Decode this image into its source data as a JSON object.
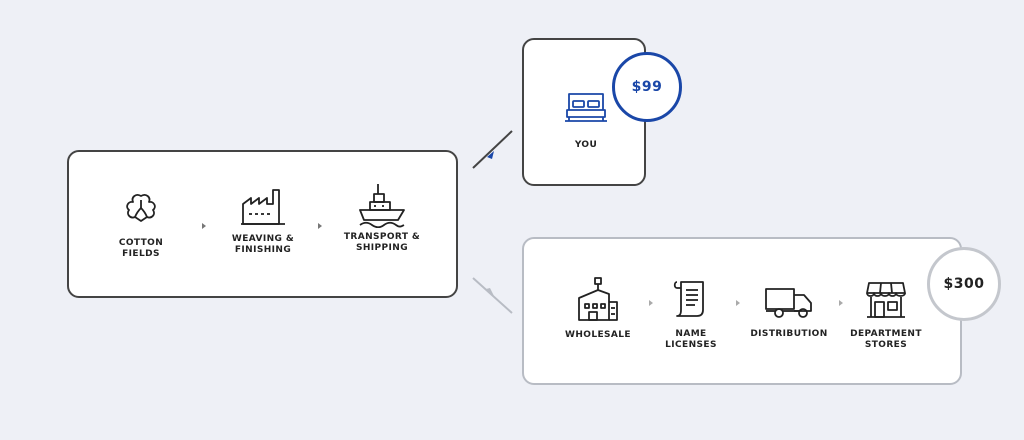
{
  "source": {
    "steps": [
      {
        "label": "COTTON\nFIELDS",
        "icon": "cotton-icon"
      },
      {
        "label": "WEAVING &\nFINISHING",
        "icon": "factory-icon"
      },
      {
        "label": "TRANSPORT &\nSHIPPING",
        "icon": "ship-icon"
      }
    ]
  },
  "direct": {
    "label": "YOU",
    "icon": "bed-icon",
    "price": "$99",
    "accent_color": "#1a47a8"
  },
  "retail": {
    "steps": [
      {
        "label": "WHOLESALE",
        "icon": "warehouse-icon"
      },
      {
        "label": "NAME\nLICENSES",
        "icon": "license-document-icon"
      },
      {
        "label": "DISTRIBUTION",
        "icon": "truck-icon"
      },
      {
        "label": "DEPARTMENT\nSTORES",
        "icon": "store-icon"
      }
    ],
    "price": "$300"
  }
}
